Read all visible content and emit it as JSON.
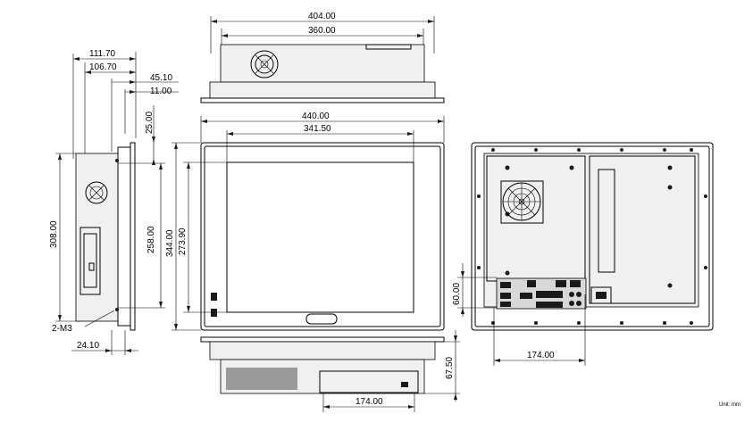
{
  "top_view": {
    "outer_width": "404.00",
    "inner_width": "360.00"
  },
  "side_view": {
    "depth_total": "111.70",
    "depth_body": "106.70",
    "depth_front": "45.10",
    "bezel": "11.00",
    "top_offset": "25.00",
    "height": "308.00",
    "mount_spacing": "258.00",
    "hole_label": "2-M3",
    "bottom_offset": "24.10"
  },
  "front_view": {
    "outer_width": "440.00",
    "screen_width": "341.50",
    "outer_height": "344.00",
    "screen_height": "273.90"
  },
  "rear_view": {
    "io_height": "60.00",
    "io_offset": "174.00"
  },
  "bottom_view": {
    "depth": "67.50",
    "offset": "174.00"
  },
  "unit_note": "Unit: mm",
  "colors": {
    "line": "#000000",
    "background": "#ffffff",
    "panel_fill": "#f0f0f0"
  }
}
